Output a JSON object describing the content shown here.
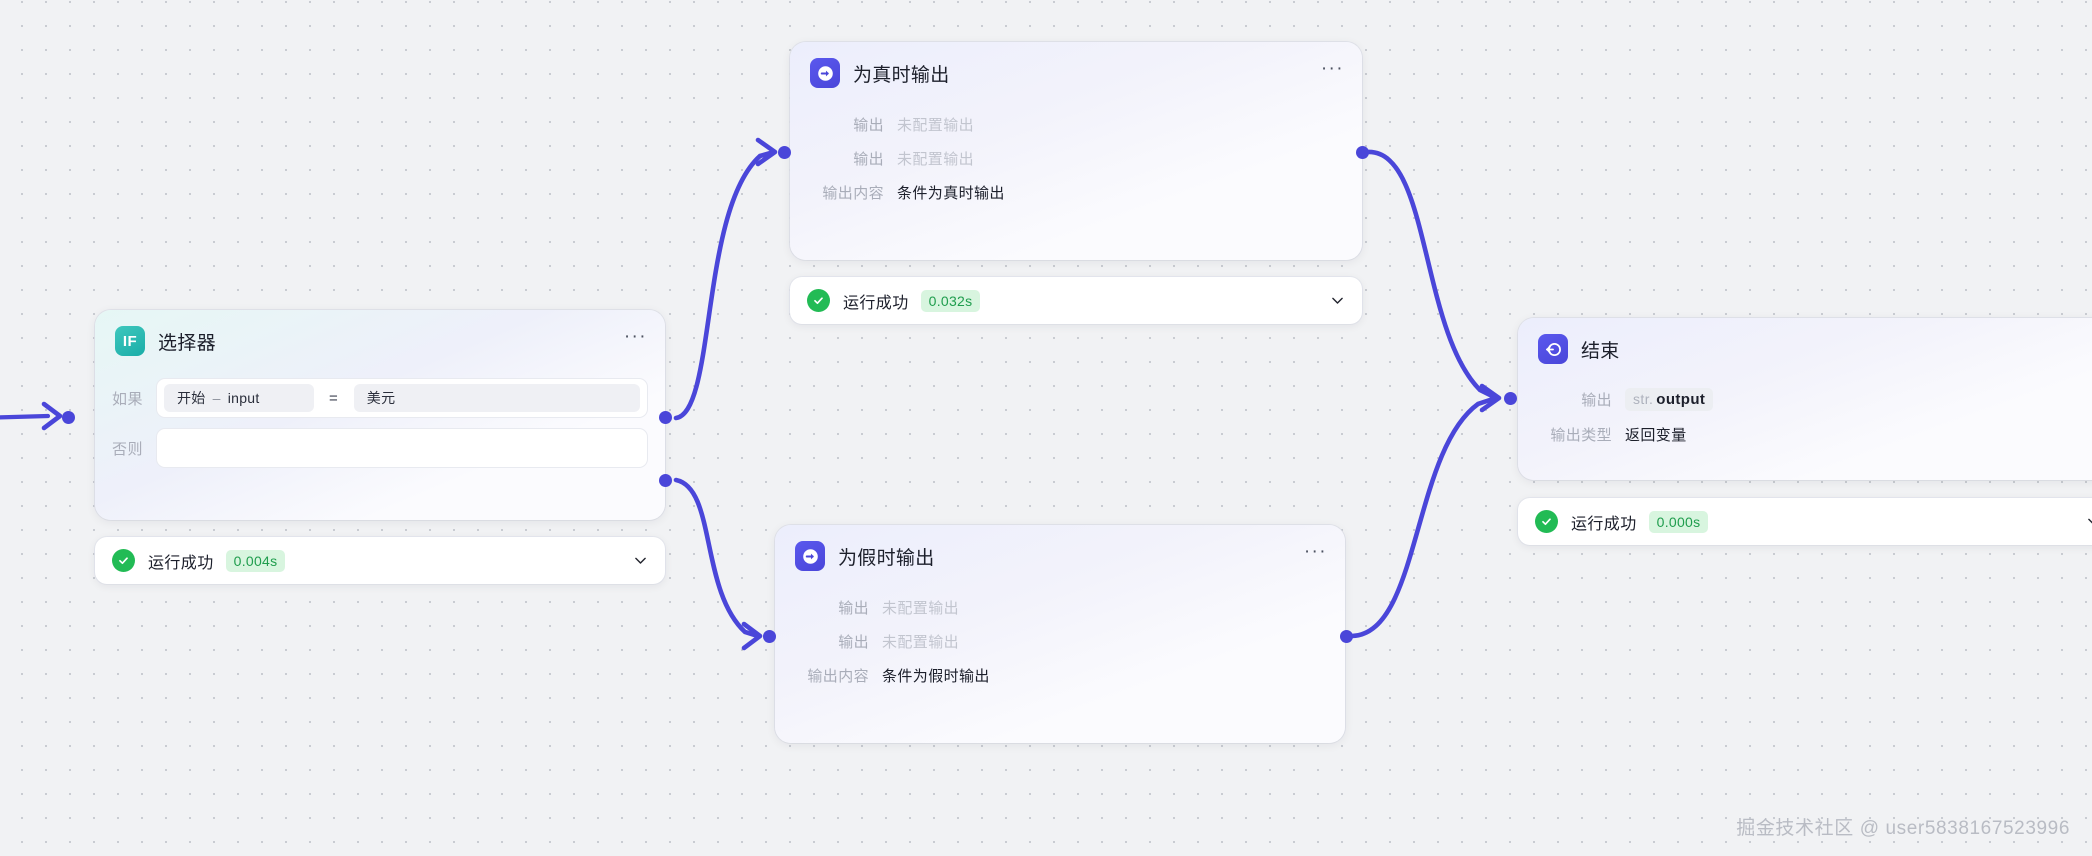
{
  "canvas": {
    "background_color": "#f1f2f4",
    "accent_color": "#4a46d9",
    "success_color": "#22bb55",
    "watermark": "掘金技术社区 @ user5838167523996"
  },
  "nodes": {
    "selector": {
      "title": "选择器",
      "icon": "if-icon",
      "icon_text": "IF",
      "icon_color": "#1aada8",
      "menu": "···",
      "conditions": [
        {
          "label": "如果",
          "variable_source": "开始",
          "variable_sep": "–",
          "variable_name": "input",
          "operator": "=",
          "value": "美元",
          "empty": false
        },
        {
          "label": "否则",
          "variable_source": "",
          "variable_sep": "",
          "variable_name": "",
          "operator": "",
          "value": "",
          "empty": true
        }
      ],
      "status": {
        "text": "运行成功",
        "duration": "0.004s",
        "chevron": "chevron-down-icon"
      }
    },
    "true_output": {
      "title": "为真时输出",
      "icon": "output-arrow-icon",
      "icon_color": "#4a46d9",
      "menu": "···",
      "rows": [
        {
          "key": "输出",
          "value": "未配置输出",
          "muted": true
        },
        {
          "key": "输出",
          "value": "未配置输出",
          "muted": true
        },
        {
          "key": "输出内容",
          "value": "条件为真时输出",
          "muted": false
        }
      ],
      "status": {
        "text": "运行成功",
        "duration": "0.032s",
        "chevron": "chevron-down-icon"
      }
    },
    "false_output": {
      "title": "为假时输出",
      "icon": "output-arrow-icon",
      "icon_color": "#4a46d9",
      "menu": "···",
      "rows": [
        {
          "key": "输出",
          "value": "未配置输出",
          "muted": true
        },
        {
          "key": "输出",
          "value": "未配置输出",
          "muted": true
        },
        {
          "key": "输出内容",
          "value": "条件为假时输出",
          "muted": false
        }
      ]
    },
    "end": {
      "title": "结束",
      "icon": "end-node-icon",
      "icon_color": "#4a46d9",
      "rows": [
        {
          "key": "输出",
          "chip_prefix": "str.",
          "chip_value": "output"
        },
        {
          "key": "输出类型",
          "value": "返回变量"
        }
      ],
      "status": {
        "text": "运行成功",
        "duration": "0.000s",
        "chevron": "chevron-down-icon"
      }
    }
  }
}
